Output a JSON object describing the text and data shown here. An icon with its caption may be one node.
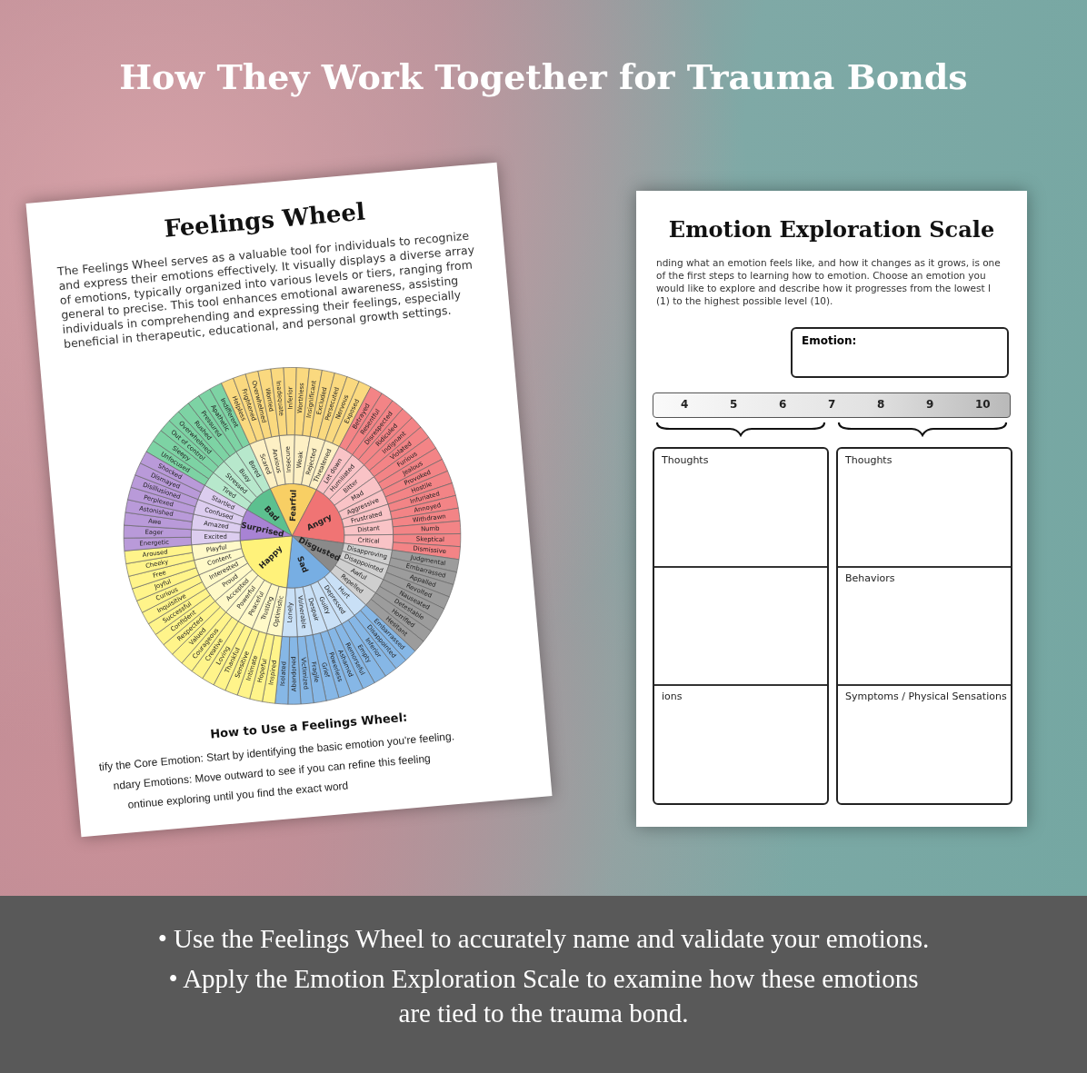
{
  "diagram": {
    "title": "How They Work Together for Trauma Bonds",
    "labels": [
      "Feelings Wheel",
      "The Feelings Wheel serves as a valuable tool for individuals to recognize and express their emotions effectively. It visually displays a diverse array of emotions, typically organized into various levels or tiers, ranging from general to precise. This tool enhances emotional awareness, assisting individuals in comprehending and expressing their feelings, especially beneficial in therapeutic, educational, and personal growth settings.",
      "Bad",
      "Bored",
      "Busy",
      "Stressed",
      "Tired",
      "Unfocused",
      "Sleepy",
      "Out of control",
      "Overwhelmed",
      "Rushed",
      "Pressured",
      "Apathetic",
      "Indifferent",
      "Fearful",
      "Scared",
      "Anxious",
      "Insecure",
      "Weak",
      "Rejected",
      "Threatened",
      "Helpless",
      "Frightened",
      "Overwhelmed",
      "Worried",
      "Inadequate",
      "Inferior",
      "Worthless",
      "Insignificant",
      "Excluded",
      "Persecuted",
      "Nervous",
      "Exposed",
      "Angry",
      "Let down",
      "Humiliated",
      "Bitter",
      "Mad",
      "Aggressive",
      "Frustrated",
      "Distant",
      "Critical",
      "Betrayed",
      "Resentful",
      "Disrespected",
      "Ridiculed",
      "Indignant",
      "Violated",
      "Furious",
      "Jealous",
      "Provoked",
      "Hostile",
      "Infuriated",
      "Annoyed",
      "Withdrawn",
      "Numb",
      "Skeptical",
      "Dismissive",
      "Disgusted",
      "Disapproving",
      "Disappointed",
      "Awful",
      "Repelled",
      "Judgmental",
      "Embarrassed",
      "Appalled",
      "Revolted",
      "Nauseated",
      "Detestable",
      "Horrified",
      "Hesitant",
      "Sad",
      "Lonely",
      "Vulnerable",
      "Despair",
      "Guilty",
      "Depressed",
      "Hurt",
      "Isolated",
      "Abandoned",
      "Victimized",
      "Fragile",
      "Grief",
      "Powerless",
      "Ashamed",
      "Remorseful",
      "Empty",
      "Inferior",
      "Disappointed",
      "Embarrassed",
      "Happy",
      "Playful",
      "Content",
      "Interested",
      "Proud",
      "Accepted",
      "Powerful",
      "Peaceful",
      "Trusting",
      "Optimistic",
      "Aroused",
      "Cheeky",
      "Free",
      "Joyful",
      "Curious",
      "Inquisitive",
      "Successful",
      "Confident",
      "Respected",
      "Valued",
      "Courageous",
      "Creative",
      "Loving",
      "Thankful",
      "Sensitive",
      "Intimate",
      "Hopeful",
      "Inspired",
      "Surprised",
      "Excited",
      "Amazed",
      "Confused",
      "Startled",
      "Energetic",
      "Eager",
      "Awe",
      "Astonished",
      "Perplexed",
      "Disillusioned",
      "Dismayed",
      "Shocked",
      "How to Use a Feelings Wheel:",
      "tify the Core Emotion: Start by identifying the basic emotion you're feeling.",
      "ndary Emotions: Move outward to see if you can refine this feeling",
      "ontinue exploring until you find the exact word",
      "Emotion Exploration Scale",
      "nding what an emotion feels like, and how it changes as it grows, is one of the first steps to learning how to emotion. Choose an emotion you would like to explore and describe how it progresses from the lowest l (1) to the highest possible level (10).",
      "Emotion:",
      "4",
      "5",
      "6",
      "7",
      "8",
      "9",
      "10",
      "Thoughts",
      "ions",
      "Thoughts",
      "Behaviors",
      "Symptoms / Physical Sensations",
      "• Use the Feelings Wheel to accurately name and validate your emotions.",
      "• Apply the Emotion Exploration Scale to examine how these emotions are tied to the trauma bond."
    ]
  }
}
